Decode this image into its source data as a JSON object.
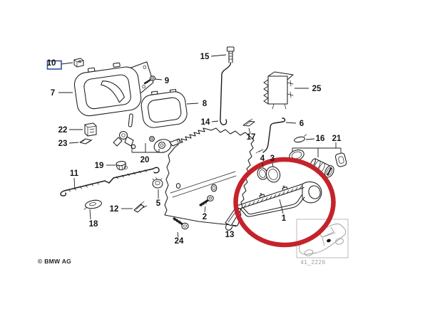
{
  "diagram": {
    "type": "exploded-parts-diagram",
    "subject": "door handle and lock mechanism",
    "selected_part": "10",
    "copyright": "© BMW AG",
    "drawing_code": "41_2226",
    "colors": {
      "ink": "#1c1c1c",
      "highlight_ring": "#c4232b",
      "selection_box": "#2d4fa5",
      "inset_gray": "#9b9b9b"
    },
    "part_numbers": {
      "n1": "1",
      "n2": "2",
      "n3": "3",
      "n4": "4",
      "n5": "5",
      "n6": "6",
      "n7": "7",
      "n8": "8",
      "n9": "9",
      "n10": "10",
      "n11": "11",
      "n12": "12",
      "n13": "13",
      "n14": "14",
      "n15": "15",
      "n16": "16",
      "n17": "17",
      "n18": "18",
      "n19": "19",
      "n20": "20",
      "n21": "21",
      "n22": "22",
      "n23": "23",
      "n24": "24",
      "n25": "25"
    }
  }
}
